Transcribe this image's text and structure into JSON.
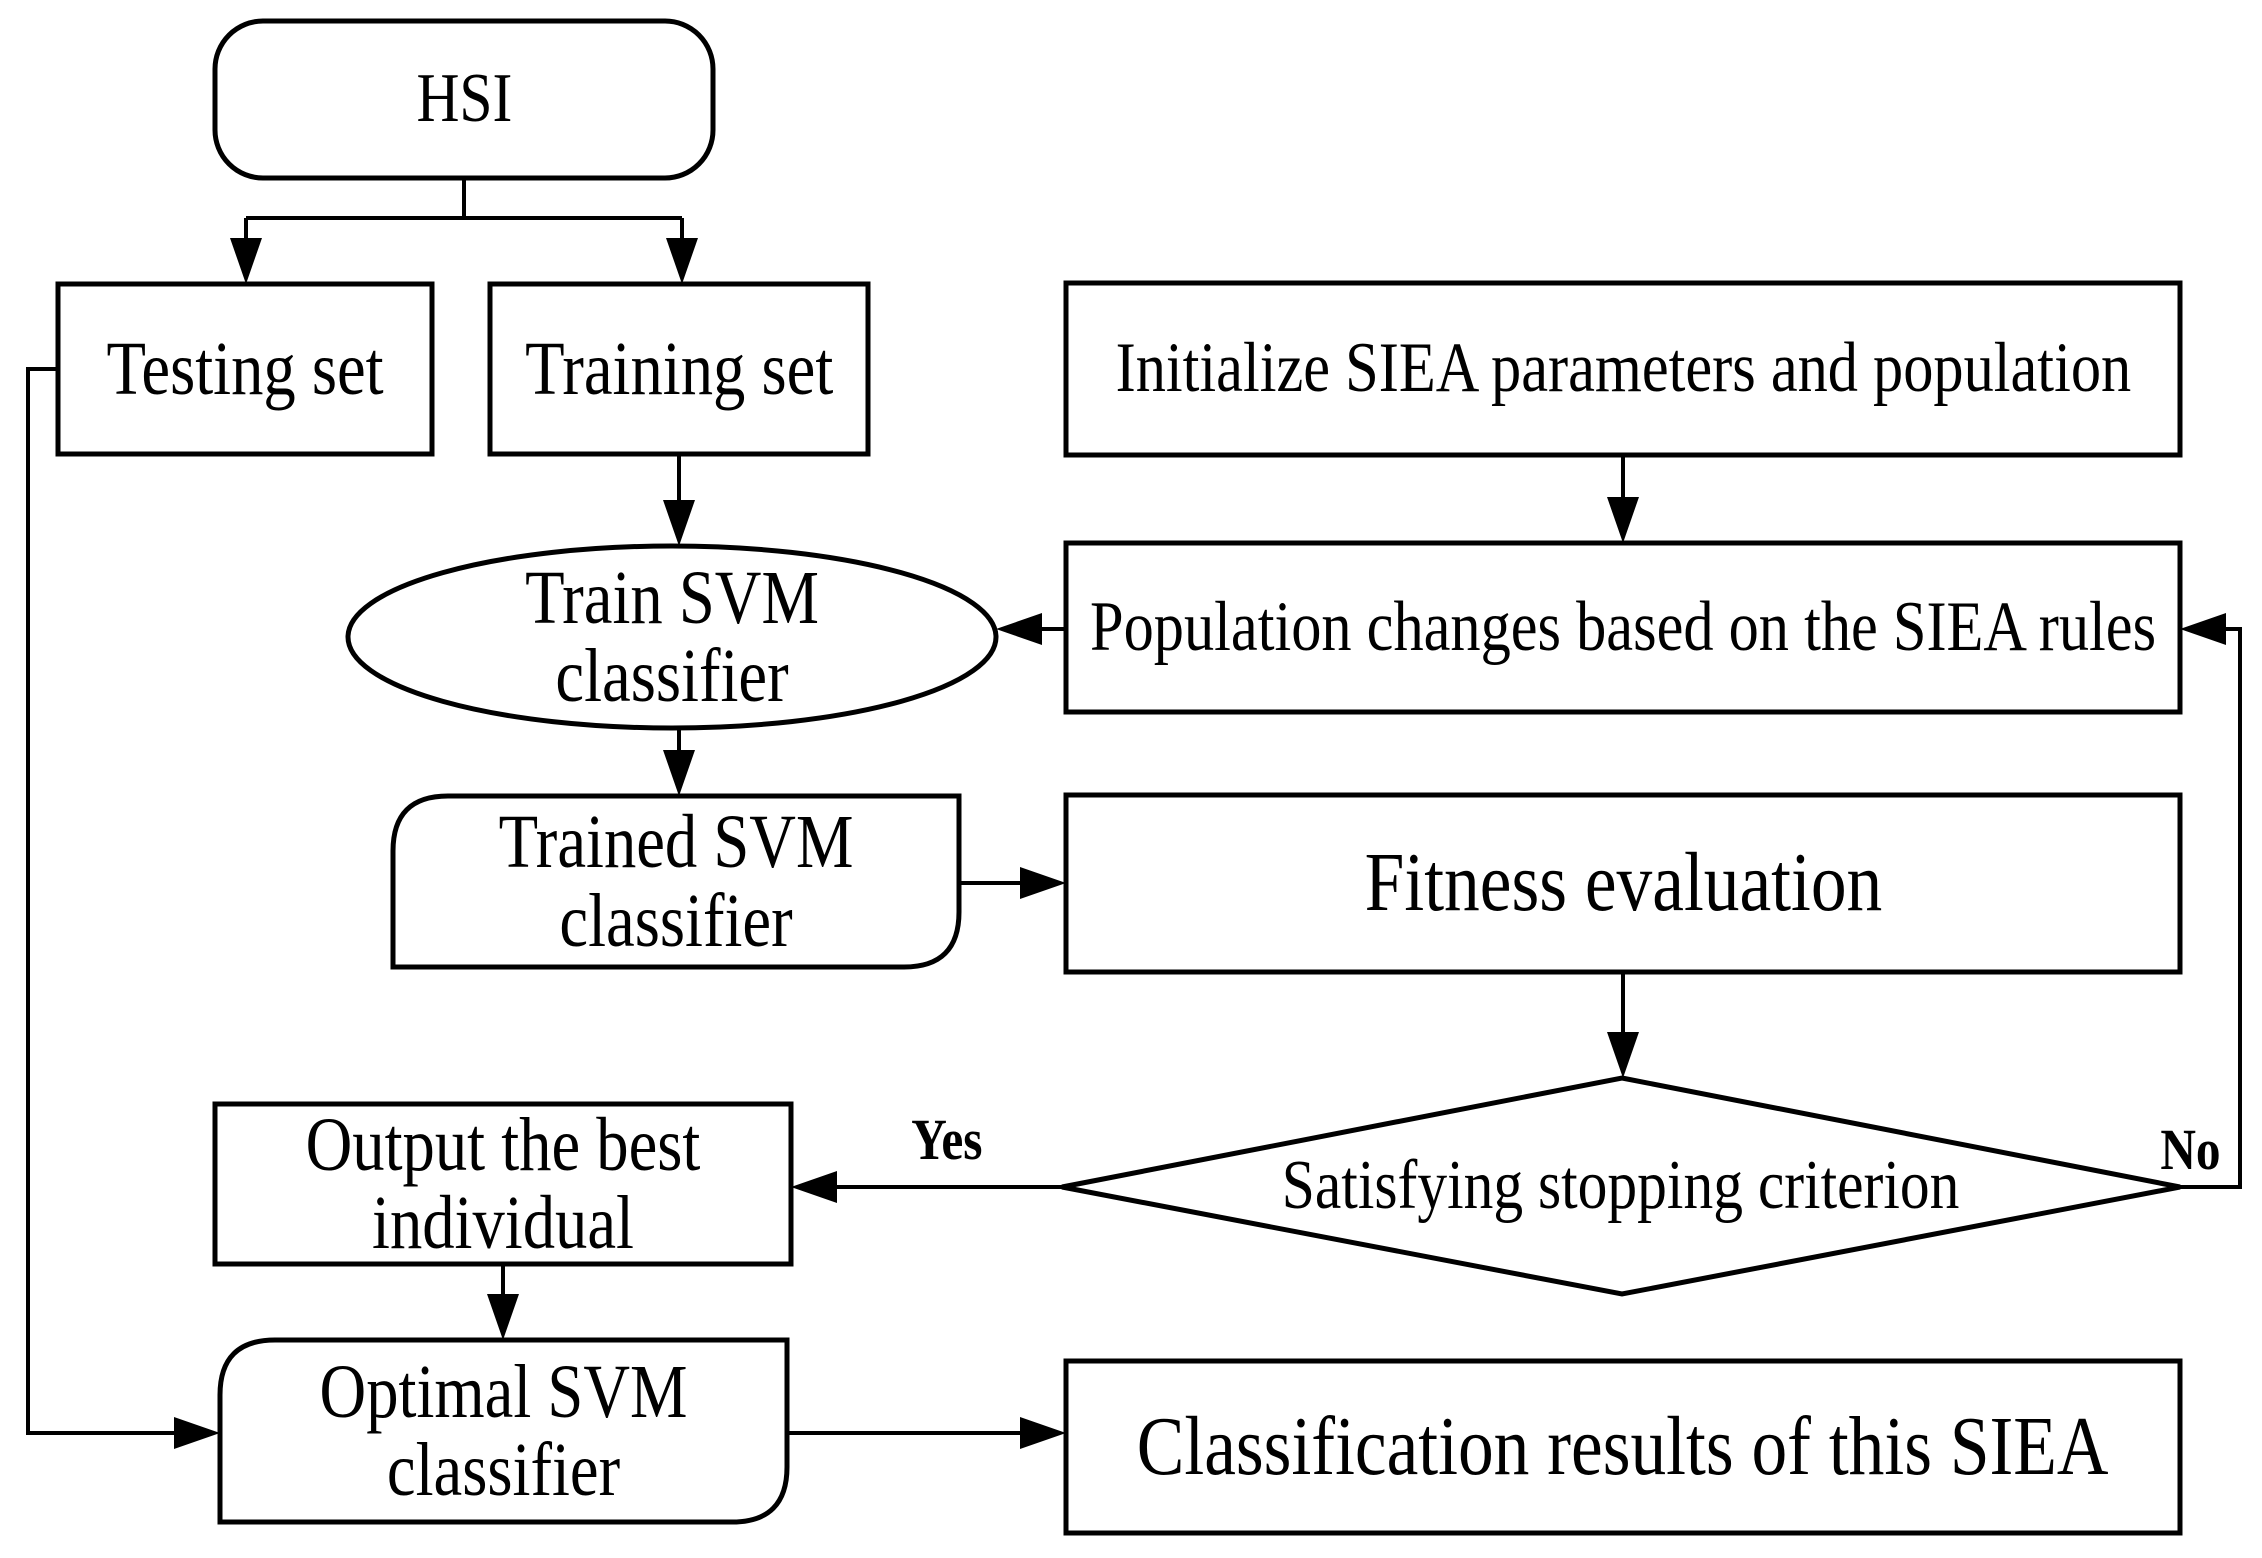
{
  "figure": {
    "background_color": "#ffffff",
    "stroke_color": "#000000",
    "nodes": {
      "hsi": {
        "label": "HSI",
        "shape": "rounded-rect"
      },
      "testing_set": {
        "label": "Testing set",
        "shape": "rect"
      },
      "training_set": {
        "label": "Training set",
        "shape": "rect"
      },
      "initialize": {
        "label": "Initialize SIEA parameters and population",
        "shape": "rect"
      },
      "train_svm": {
        "label": "Train SVM classifier",
        "shape": "ellipse"
      },
      "population_changes": {
        "label": "Population changes based on the SIEA rules",
        "shape": "rect"
      },
      "trained_svm": {
        "label": "Trained SVM classifier",
        "shape": "card"
      },
      "fitness": {
        "label": "Fitness evaluation",
        "shape": "rect"
      },
      "stopping_criterion": {
        "label": "Satisfying stopping criterion",
        "shape": "diamond"
      },
      "output_best": {
        "label": "Output the best individual",
        "shape": "rect"
      },
      "optimal_svm": {
        "label": "Optimal SVM classifier",
        "shape": "card"
      },
      "classification_results": {
        "label": "Classification results of this SIEA",
        "shape": "rect"
      }
    },
    "edge_labels": {
      "yes": "Yes",
      "no": "No"
    }
  }
}
